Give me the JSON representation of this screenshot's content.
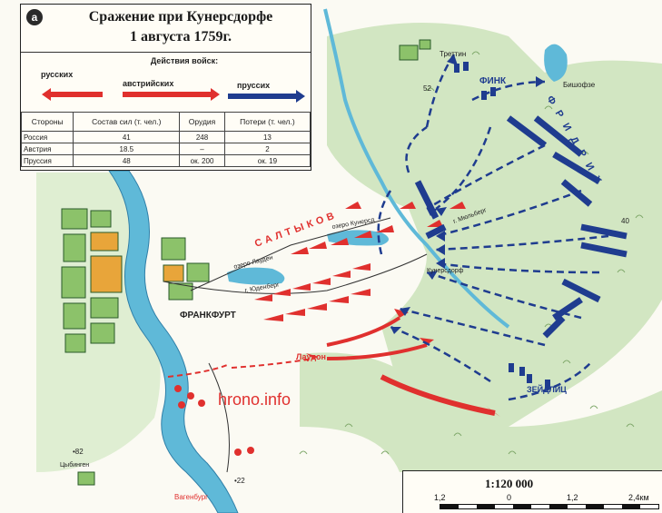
{
  "legend": {
    "number": "a",
    "title": "Сражение при Кунерсдорфе",
    "subtitle": "1 августа 1759г.",
    "actions_title": "Действия войск:",
    "russian": "русских",
    "austrian": "австрийских",
    "prussian": "пруссих",
    "columns": [
      "Стороны",
      "Состав сил (т. чел.)",
      "Орудия",
      "Потери (т. чел.)"
    ],
    "rows": [
      [
        "Россия",
        "41",
        "248",
        "13"
      ],
      [
        "Австрия",
        "18.5",
        "–",
        "2"
      ],
      [
        "Пруссия",
        "48",
        "ок. 200",
        "ок. 19"
      ]
    ]
  },
  "labels": {
    "frankfurt": "ФРАНКФУРТ",
    "saltykov": "САЛТЫКОВ",
    "friedrich": "Ф Р И Д Р И Х",
    "finck": "ФИНК",
    "zeydlits": "ЗЕЙДЛИЦ",
    "laudon": "Лаудон",
    "trettin": "Треттин",
    "bishofsee": "Бишофзе",
    "vogelsang": "Вагенбург",
    "ozero_kun": "озеро Кунерсд",
    "ozero_laudon": "озеро Лауден",
    "kunersdorf": "Кунерсдорф",
    "kuhgrund": "г. Юденберг",
    "muhlberg": "г. Мюльберг",
    "watermark": "hrono.info",
    "h82": "•82",
    "h22": "•22",
    "h52": "52",
    "h40": "40",
    "cunow": "Цыбинген"
  },
  "scale": {
    "ratio": "1:120 000",
    "ticks": [
      "1,2",
      "0",
      "1,2",
      "2,4км"
    ]
  },
  "colors": {
    "russian": "#e0302e",
    "austrian": "#e0302e",
    "prussian": "#1f3c8f",
    "forest": "#cfe4bf",
    "river": "#5fb9d8"
  }
}
